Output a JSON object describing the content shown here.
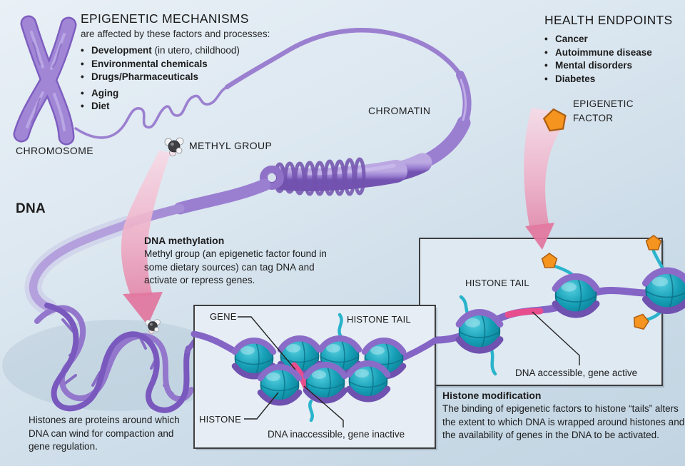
{
  "mechanisms_panel": {
    "title": "EPIGENETIC MECHANISMS",
    "subtitle": "are affected by these factors and processes:",
    "factors": [
      {
        "name": "Development",
        "detail": " (in utero, childhood)"
      },
      {
        "name": "Environmental chemicals",
        "detail": ""
      },
      {
        "name": "Drugs/Pharmaceuticals",
        "detail": ""
      },
      {
        "name": "Aging",
        "detail": ""
      },
      {
        "name": "Diet",
        "detail": ""
      }
    ]
  },
  "health_panel": {
    "title": "HEALTH ENDPOINTS",
    "items": [
      "Cancer",
      "Autoimmune disease",
      "Mental disorders",
      "Diabetes"
    ]
  },
  "structure_labels": {
    "chromosome": "CHROMOSOME",
    "chromatin": "CHROMATIN",
    "dna": "DNA",
    "methyl_group": "METHYL GROUP",
    "epigenetic_factor_line1": "EPIGENETIC",
    "epigenetic_factor_line2": "FACTOR"
  },
  "dna_methylation": {
    "title": "DNA methylation",
    "body": "Methyl group (an epigenetic factor found in some dietary sources) can tag DNA and activate or repress genes."
  },
  "histone_modification": {
    "title": "Histone modification",
    "body": "The binding of epigenetic factors to histone “tails” alters the extent to which DNA is wrapped around histones and the availability of genes in the DNA to be activated."
  },
  "histone_note": "Histones are proteins around which DNA can wind for compaction and gene regulation.",
  "inset_inactive": {
    "gene_label": "GENE",
    "histone_tail_label": "HISTONE TAIL",
    "histone_label": "HISTONE",
    "caption": "DNA inaccessible, gene inactive"
  },
  "inset_active": {
    "histone_tail_label": "HISTONE TAIL",
    "caption": "DNA accessible, gene active"
  },
  "icons": {
    "methyl_group": "methyl-group-molecule",
    "epigenetic_factor": "orange-pentagon"
  },
  "colors": {
    "chromatin_purple": "#9a7fd1",
    "dna_purple": "#7a59be",
    "histone_teal": "#129cb4",
    "histone_tail_teal": "#2ab4cc",
    "gene_pink": "#e84e8e",
    "factor_orange": "#f5941e",
    "arrow_pink": "#e887a7",
    "text": "#1d1d1d",
    "inset_fill": "#e2ebf3",
    "inset_border": "#3f3f3f"
  }
}
